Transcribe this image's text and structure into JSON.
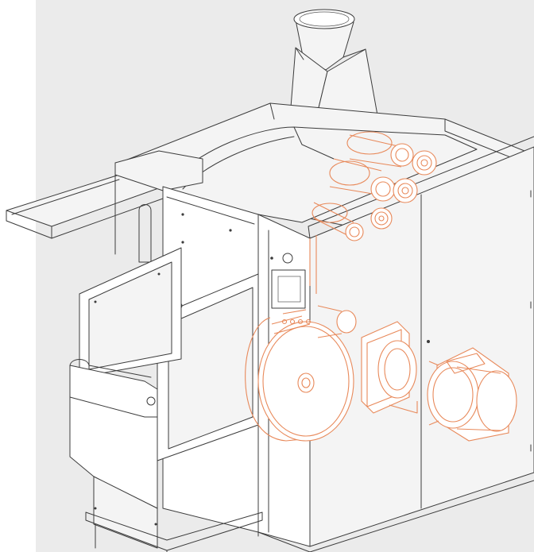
{
  "image": {
    "accent_color": "#e8895a",
    "line_color": "#3c3c3c",
    "background_color": "#ebebeb",
    "highlighted_components": [
      "drive-roller-cluster",
      "flywheel",
      "gearbox",
      "electric-motor"
    ]
  }
}
